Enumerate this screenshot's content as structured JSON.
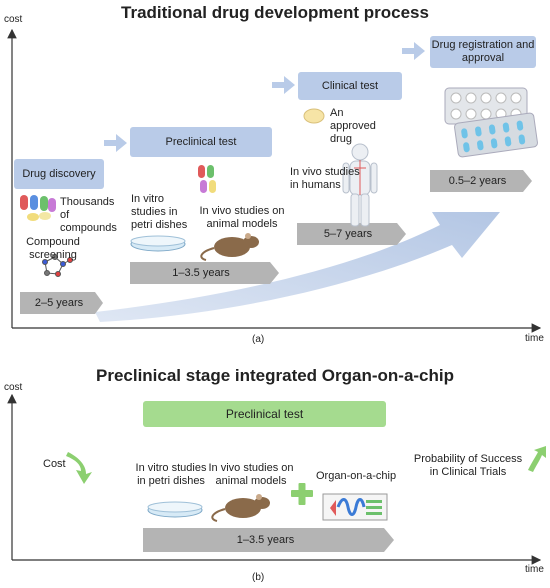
{
  "panel_a": {
    "title": "Traditional drug development process",
    "y_axis": "cost",
    "x_axis": "time",
    "caption": "(a)",
    "stages": [
      {
        "label": "Drug discovery",
        "duration": "2–5 years"
      },
      {
        "label": "Preclinical test",
        "duration": "1–3.5 years"
      },
      {
        "label": "Clinical test",
        "duration": "5–7 years"
      },
      {
        "label": "Drug registration and approval",
        "duration": "0.5–2 years"
      }
    ],
    "notes": {
      "thousands": "Thousands of compounds",
      "screening": "Compound screening",
      "in_vitro": "In vitro studies in petri dishes",
      "in_vivo_animal": "In vivo studies on animal models",
      "approved_drug": "An approved drug",
      "in_vivo_human": "In vivo studies in humans"
    }
  },
  "panel_b": {
    "title": "Preclinical stage integrated Organ-on-a-chip",
    "y_axis": "cost",
    "x_axis": "time",
    "caption": "(b)",
    "stage": "Preclinical test",
    "duration": "1–3.5 years",
    "cost_label": "Cost",
    "in_vitro": "In vitro studies in petri dishes",
    "in_vivo": "In vivo studies on animal models",
    "ooc": "Organ-on-a-chip",
    "success": "Probability of Success in Clinical Trials"
  },
  "colors": {
    "blue_box": "#b9cbe8",
    "green_box": "#a5db8f",
    "gray_arrow": "#b4b4b4",
    "green_arrow": "#8ccf70"
  }
}
